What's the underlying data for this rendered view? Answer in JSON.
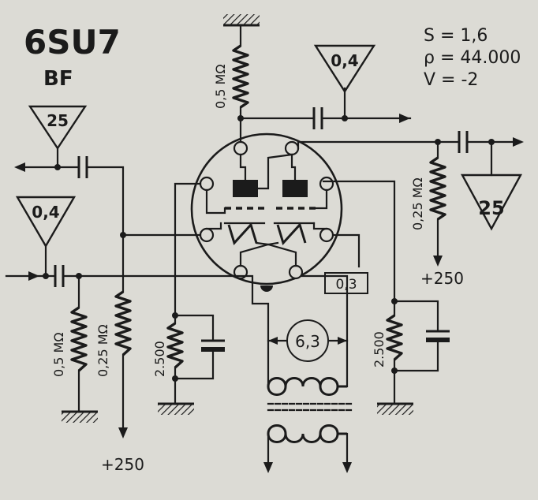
{
  "header": {
    "tube": "6SU7",
    "sub": "BF"
  },
  "specs": {
    "s": "S = 1,6",
    "rho": "ρ = 44.000",
    "v": "V = -2"
  },
  "labels": {
    "r_plate_top": "0,5 MΩ",
    "r_plate_right": "0,25 MΩ",
    "r_grid_left": "0,5 MΩ",
    "r_grid_right": "0,25 MΩ",
    "r_cath_left": "2.500",
    "r_cath_right": "2.500",
    "b_plus_right": "+250",
    "b_plus_bottom": "+250",
    "heater_voltage": "6,3",
    "heater_current": "0,3"
  },
  "triangles": {
    "left_top": "25",
    "left_mid": "0,4",
    "top_mid": "0,4",
    "right": "25"
  },
  "colors": {
    "ink": "#1b1b1b",
    "paper": "#dcdbd5"
  }
}
